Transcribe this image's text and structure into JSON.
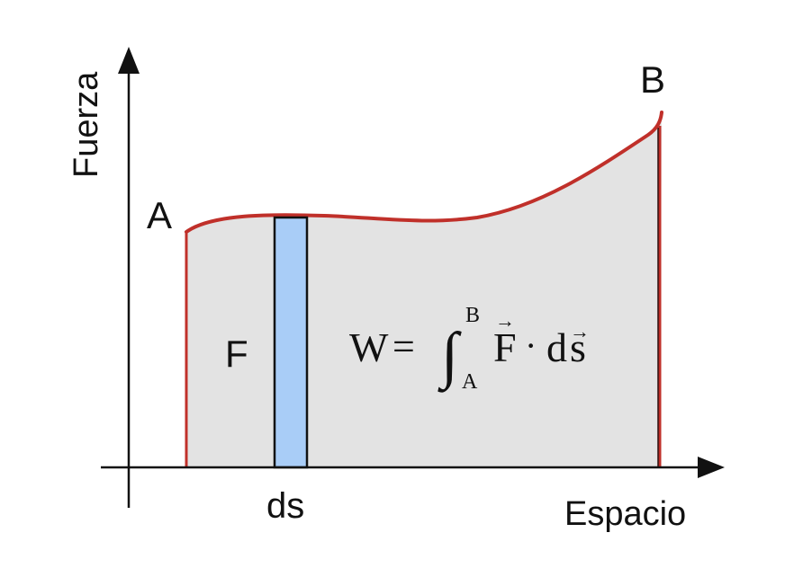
{
  "labels": {
    "y_axis": "Fuerza",
    "x_axis": "Espacio",
    "point_a": "A",
    "point_b": "B",
    "force": "F",
    "ds": "ds"
  },
  "formula": {
    "lhs": "W",
    "equals": "=",
    "integral": "∫",
    "upper_limit": "B",
    "lower_limit": "A",
    "vector_f": "F",
    "dot": "·",
    "d": "d",
    "vector_s": "s",
    "arrow": "→"
  },
  "colors": {
    "curve": "#c0302a",
    "area_fill": "#e3e3e3",
    "strip_fill": "#a9cdf7",
    "axis": "#111111"
  }
}
